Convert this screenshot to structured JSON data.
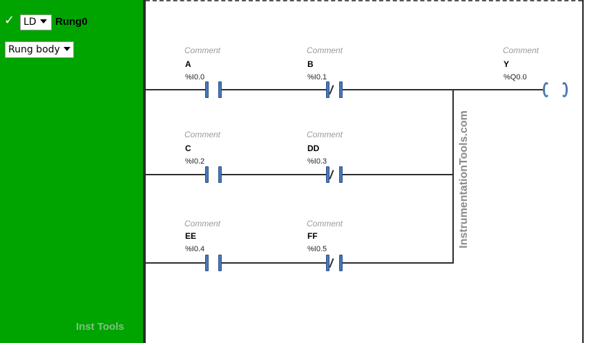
{
  "rung": {
    "status": "✓",
    "language": "LD",
    "name": "Rung0",
    "section": "Rung body"
  },
  "brand": "Inst Tools",
  "watermark": "InstrumentationTools.com",
  "colors": {
    "panel": "#00a400",
    "contact": "#4a78b8",
    "wire": "#2b2b2b",
    "comment": "#9a9a9a"
  },
  "contacts": [
    {
      "comment": "Comment",
      "symbol": "A",
      "address": "%I0.0",
      "type": "normally-open"
    },
    {
      "comment": "Comment",
      "symbol": "B",
      "address": "%I0.1",
      "type": "normally-closed"
    },
    {
      "comment": "Comment",
      "symbol": "C",
      "address": "%I0.2",
      "type": "normally-open"
    },
    {
      "comment": "Comment",
      "symbol": "DD",
      "address": "%I0.3",
      "type": "normally-closed"
    },
    {
      "comment": "Comment",
      "symbol": "EE",
      "address": "%I0.4",
      "type": "normally-open"
    },
    {
      "comment": "Comment",
      "symbol": "FF",
      "address": "%I0.5",
      "type": "normally-closed"
    }
  ],
  "coil": {
    "comment": "Comment",
    "symbol": "Y",
    "address": "%Q0.0",
    "type": "output-coil"
  }
}
